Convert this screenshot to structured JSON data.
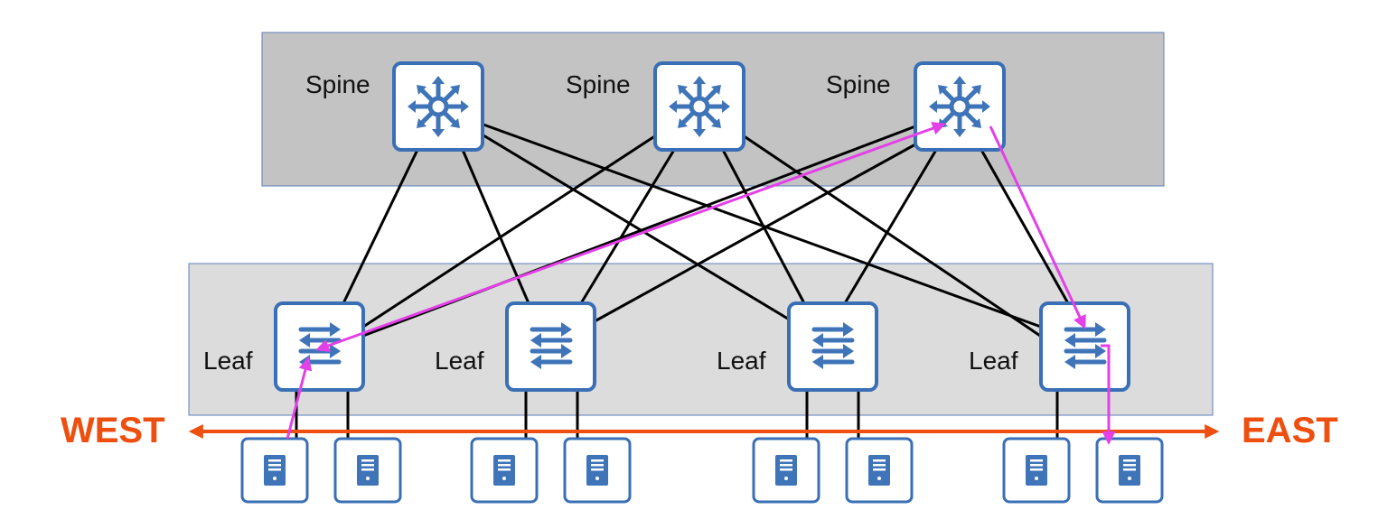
{
  "labels": {
    "spine": [
      "Spine",
      "Spine",
      "Spine"
    ],
    "leaf": [
      "Leaf",
      "Leaf",
      "Leaf",
      "Leaf"
    ],
    "west": "WEST",
    "east": "EAST"
  },
  "icons": {
    "spine": "spine-switch-icon",
    "leaf": "leaf-switch-icon",
    "server": "server-icon"
  },
  "colors": {
    "spine_layer": "#c3c3c3",
    "leaf_layer": "#dcdcdc",
    "device_border": "#3a6fb5",
    "device_icon": "#3f74b8",
    "link": "#000000",
    "path": "#e340e8",
    "direction_axis": "#ee4e0e"
  },
  "path": [
    "server-1",
    "leaf-1",
    "spine-3",
    "leaf-4",
    "server-8"
  ]
}
